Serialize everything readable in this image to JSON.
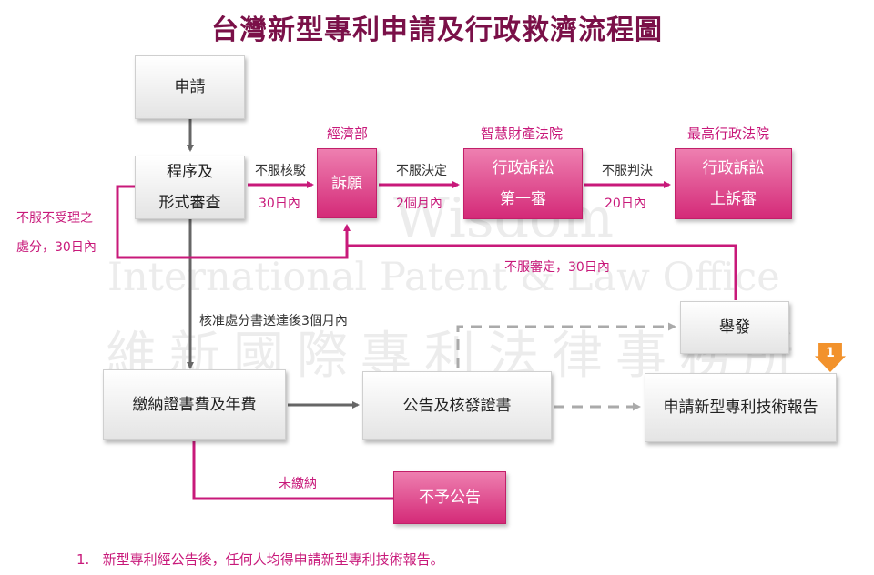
{
  "title": "台灣新型專利申請及行政救濟流程圖",
  "watermark": {
    "en_line1": "Wisdom",
    "en_line2": "International Patent & Law Office",
    "zh": "維新國際專利法律事務所"
  },
  "courts": {
    "moea": "經濟部",
    "ip_court": "智慧財產法院",
    "supreme_admin_court": "最高行政法院"
  },
  "boxes": {
    "application": "申請",
    "formal_review_line1": "程序及",
    "formal_review_line2": "形式審查",
    "appeal": "訴願",
    "litigation_first_line1": "行政訴訟",
    "litigation_first_line2": "第一審",
    "litigation_appeal_line1": "行政訴訟",
    "litigation_appeal_line2": "上訴審",
    "pay_fees": "繳納證書費及年費",
    "publish": "公告及核發證書",
    "invalidation": "舉發",
    "tech_report": "申請新型專利技術報告",
    "not_published": "不予公告"
  },
  "labels": {
    "disagree_review": "不服核駁",
    "days_30_a": "30日內",
    "disagree_decision": "不服決定",
    "months_2": "2個月內",
    "disagree_judgment": "不服判決",
    "days_20": "20日內",
    "disagree_not_accepted_line1": "不服不受理之",
    "disagree_not_accepted_line2": "處分，30日內",
    "disagree_examination": "不服審定，30日內",
    "approval_within": "核准處分書送達後3個月內",
    "unpaid": "未繳納"
  },
  "badge": "1",
  "footnote": {
    "number": "1.",
    "text": "新型專利經公告後，任何人均得申請新型專利技術報告。"
  },
  "colors": {
    "title": "#7a1048",
    "magenta": "#c8197a",
    "pink_box": "#d42a78",
    "gray_arrow": "#666666",
    "badge": "#f2922c"
  }
}
